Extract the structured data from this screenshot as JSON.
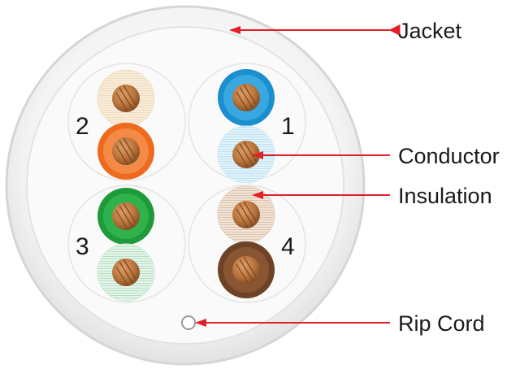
{
  "labels": {
    "jacket": "Jacket",
    "conductor": "Conductor",
    "insulation": "Insulation",
    "rip_cord": "Rip Cord"
  },
  "pairs": [
    {
      "number": "1",
      "colors": [
        "blue",
        "white-blue"
      ]
    },
    {
      "number": "2",
      "colors": [
        "white-orange",
        "orange"
      ]
    },
    {
      "number": "3",
      "colors": [
        "green",
        "white-green"
      ]
    },
    {
      "number": "4",
      "colors": [
        "white-brown",
        "brown"
      ]
    }
  ],
  "colors": {
    "arrow": "#e21e26",
    "jacket": "#f3f3f3",
    "copper": "#b8733a",
    "blue": "#1b8fce",
    "orange": "#ee6a1e",
    "green": "#1f9a3a",
    "brown": "#7a4a2a"
  }
}
